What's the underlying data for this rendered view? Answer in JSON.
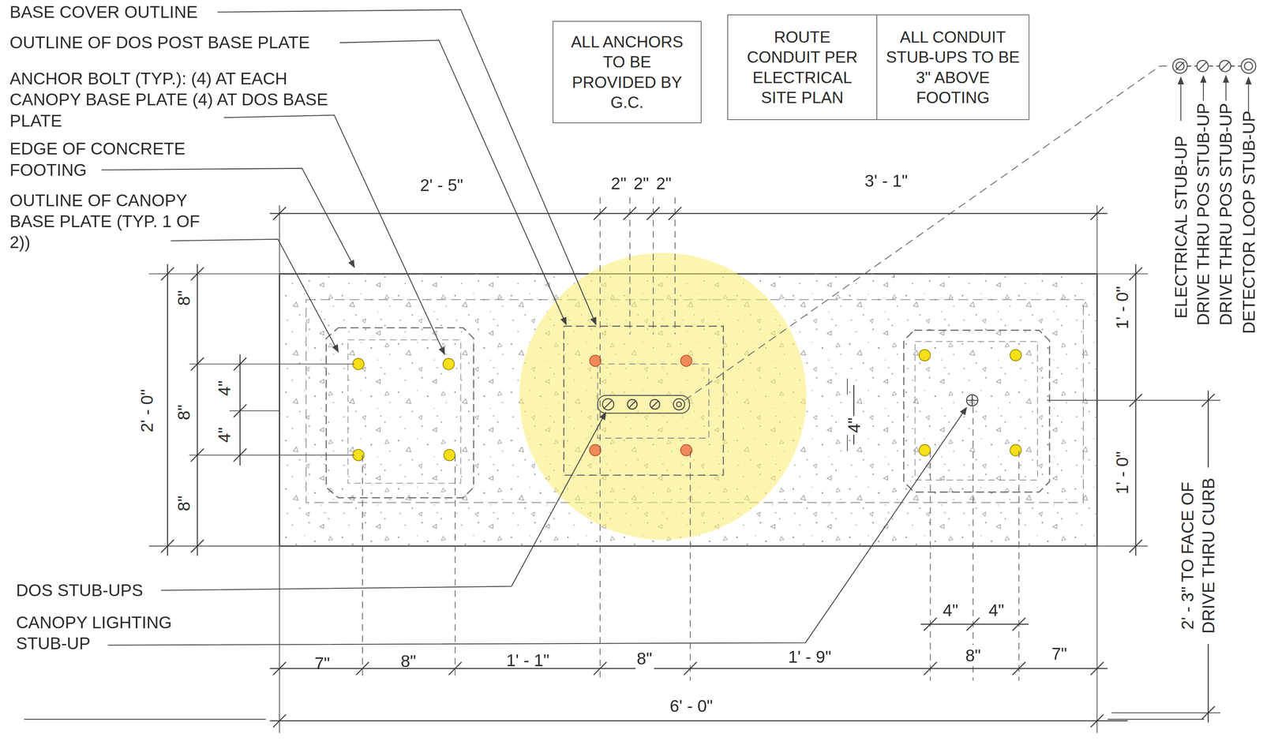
{
  "diagram": {
    "nodes": [
      {
        "text": [
          "ALL ANCHORS TO BE PROVIDED BY G.C."
        ]
      },
      {
        "text": [
          "ROUTE CONDUIT PER ELECTRICAL SITE PLAN"
        ]
      },
      {
        "text": [
          "ALL CONDUIT STUB-UPS TO BE 3\" ABOVE FOOTING"
        ]
      }
    ],
    "edges": [],
    "labels": [
      "BASE COVER OUTLINE",
      "OUTLINE OF DOS POST BASE PLATE",
      "ANCHOR BOLT (TYP.): (4) AT EACH CANOPY BASE PLATE (4) AT DOS BASE PLATE",
      "EDGE OF CONCRETE FOOTING",
      "OUTLINE OF CANOPY BASE PLATE (TYP. 1 OF 2))",
      "2' - 5\"",
      "2\"",
      "2\"",
      "2\"",
      "3' - 1\"",
      "8\"",
      "8\"",
      "8\"",
      "2' - 0\"",
      "4\"",
      "4\"",
      "4\"",
      "1' - 0\"",
      "1' - 0\"",
      "DOS STUB-UPS",
      "CANOPY LIGHTING STUB-UP",
      "4\"",
      "4\"",
      "7\"",
      "8\"",
      "1' - 1\"",
      "8\"",
      "1' - 9\"",
      "8\"",
      "7\"",
      "6' - 0\"",
      "ELECTRICAL STUB-UP",
      "DRIVE THRU POS STUB-UP",
      "DRIVE THRU POS STUB-UP",
      "DETECTOR LOOP STUB-UP",
      "2' - 3\" TO FACE OF DRIVE THRU CURB"
    ]
  }
}
